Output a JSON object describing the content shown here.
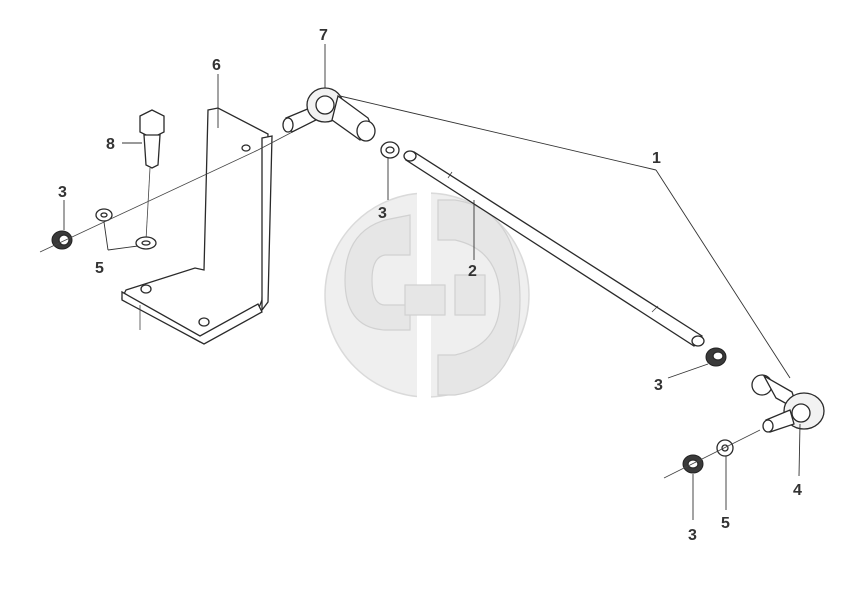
{
  "diagram": {
    "callouts": [
      {
        "id": "c1",
        "text": "1"
      },
      {
        "id": "c2",
        "text": "2"
      },
      {
        "id": "c3a",
        "text": "3"
      },
      {
        "id": "c3b",
        "text": "3"
      },
      {
        "id": "c3c",
        "text": "3"
      },
      {
        "id": "c3d",
        "text": "3"
      },
      {
        "id": "c4",
        "text": "4"
      },
      {
        "id": "c5a",
        "text": "5"
      },
      {
        "id": "c5b",
        "text": "5"
      },
      {
        "id": "c6",
        "text": "6"
      },
      {
        "id": "c7",
        "text": "7"
      },
      {
        "id": "c8",
        "text": "8"
      }
    ],
    "watermark": {
      "icon": "company-logo-watermark",
      "color": "#e2e2e2"
    },
    "line_color": "#2a2a2a"
  }
}
